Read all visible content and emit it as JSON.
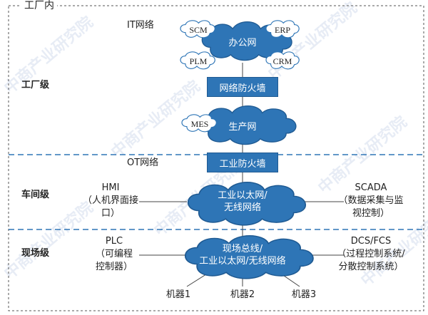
{
  "frame_label": "工厂内",
  "levels": {
    "factory": "工厂级",
    "workshop": "车间级",
    "field": "现场级"
  },
  "network_labels": {
    "it": "IT网络",
    "ot": "OT网络"
  },
  "clouds": {
    "office": "办公网",
    "production": "生产网",
    "workshop_line1": "工业以太网/",
    "workshop_line2": "无线网络",
    "field_line1": "现场总线/",
    "field_line2": "工业以太网/无线网络"
  },
  "systems": {
    "scm": "SCM",
    "erp": "ERP",
    "plm": "PLM",
    "crm": "CRM",
    "mes": "MES"
  },
  "firewalls": {
    "network": "网络防火墙",
    "industrial": "工业防火墙"
  },
  "left_nodes": {
    "hmi_title": "HMI",
    "hmi_line1": "（人机界面接",
    "hmi_line2": "口）",
    "plc_title": "PLC",
    "plc_line1": "（可编程",
    "plc_line2": "控制器）"
  },
  "right_nodes": {
    "scada_title": "SCADA",
    "scada_line1": "（数据采集与监",
    "scada_line2": "视控制）",
    "dcs_title": "DCS/FCS",
    "dcs_line1": "（过程控制系统/",
    "dcs_line2": "分散控制系统）"
  },
  "machines": [
    "机器1",
    "机器2",
    "机器3"
  ],
  "watermark": "中商产业研究院",
  "colors": {
    "cloud": "#2e75b6",
    "cloud_edge": "#1f5a92",
    "dashed": "#2e75b6",
    "frame": "#555555",
    "text": "#222222"
  }
}
